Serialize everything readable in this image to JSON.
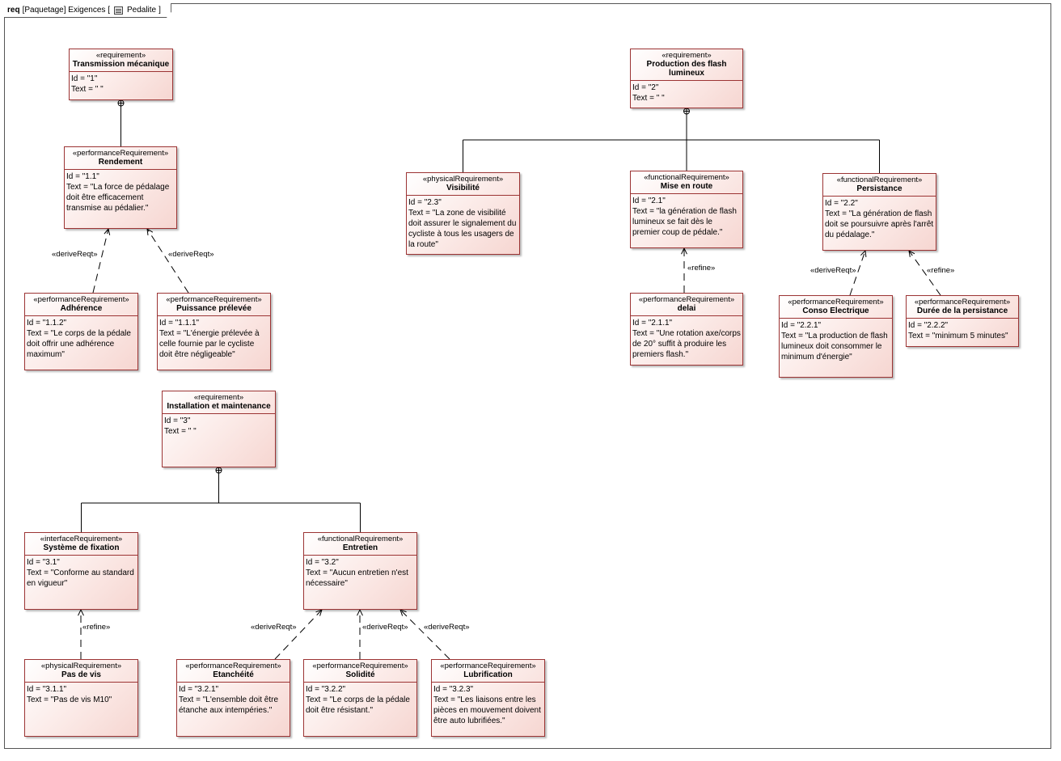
{
  "frame": {
    "keyword": "req",
    "title": "[Paquetage] Exigences [",
    "element": "Pedalite",
    "close": "]"
  },
  "requirements": [
    {
      "key": "r1",
      "stereotype": "«requirement»",
      "name": "Transmission mécanique",
      "id": "Id = \"1\"",
      "text": "Text = \" \""
    },
    {
      "key": "r11",
      "stereotype": "«performanceRequirement»",
      "name": "Rendement",
      "id": "Id = \"1.1\"",
      "text": "Text = \"La force de pédalage doit être efficacement transmise au pédalier.\""
    },
    {
      "key": "r112",
      "stereotype": "«performanceRequirement»",
      "name": "Adhérence",
      "id": "Id = \"1.1.2\"",
      "text": "Text = \"Le corps de la pédale doit offrir une adhérence maximum\""
    },
    {
      "key": "r111",
      "stereotype": "«performanceRequirement»",
      "name": "Puissance prélevée",
      "id": "Id = \"1.1.1\"",
      "text": "Text = \"L'énergie prélevée à celle fournie par le cycliste doit être négligeable\""
    },
    {
      "key": "r2",
      "stereotype": "«requirement»",
      "name": "Production des flash lumineux",
      "id": "Id = \"2\"",
      "text": "Text = \" \""
    },
    {
      "key": "r23",
      "stereotype": "«physicalRequirement»",
      "name": "Visibilité",
      "id": "Id = \"2.3\"",
      "text": "Text = \"La zone de visibilité doit assurer le signalement du cycliste à tous les usagers de la route\""
    },
    {
      "key": "r21",
      "stereotype": "«functionalRequirement»",
      "name": "Mise en route",
      "id": "Id = \"2.1\"",
      "text": "Text = \"la génération de flash lumineux se fait dès le premier coup de pédale.\""
    },
    {
      "key": "r22",
      "stereotype": "«functionalRequirement»",
      "name": "Persistance",
      "id": "Id = \"2.2\"",
      "text": "Text = \"La génération de flash doit se poursuivre après l'arrêt du pédalage.\""
    },
    {
      "key": "r211",
      "stereotype": "«performanceRequirement»",
      "name": "delai",
      "id": "Id = \"2.1.1\"",
      "text": "Text = \"Une rotation axe/corps de 20° suffit à produire les premiers flash.\""
    },
    {
      "key": "r221",
      "stereotype": "«performanceRequirement»",
      "name": "Conso Electrique",
      "id": "Id = \"2.2.1\"",
      "text": "Text = \"La production de flash lumineux doit consommer le minimum d'énergie\""
    },
    {
      "key": "r222",
      "stereotype": "«performanceRequirement»",
      "name": "Durée de la persistance",
      "id": "Id = \"2.2.2\"",
      "text": "Text = \"minimum 5 minutes\""
    },
    {
      "key": "r3",
      "stereotype": "«requirement»",
      "name": "Installation et maintenance",
      "id": "Id = \"3\"",
      "text": "Text = \" \""
    },
    {
      "key": "r31",
      "stereotype": "«interfaceRequirement»",
      "name": "Système de fixation",
      "id": "Id = \"3.1\"",
      "text": "Text = \"Conforme au standard en vigueur\""
    },
    {
      "key": "r32",
      "stereotype": "«functionalRequirement»",
      "name": "Entretien",
      "id": "Id = \"3.2\"",
      "text": "Text = \"Aucun entretien n'est nécessaire\""
    },
    {
      "key": "r311",
      "stereotype": "«physicalRequirement»",
      "name": "Pas de vis",
      "id": "Id = \"3.1.1\"",
      "text": "Text = \"Pas de vis M10\""
    },
    {
      "key": "r321",
      "stereotype": "«performanceRequirement»",
      "name": "Etanchéité",
      "id": "Id = \"3.2.1\"",
      "text": "Text = \"L'ensemble doit être étanche aux intempéries.\""
    },
    {
      "key": "r322",
      "stereotype": "«performanceRequirement»",
      "name": "Solidité",
      "id": "Id = \"3.2.2\"",
      "text": "Text = \"Le corps de la pédale doit être résistant.\""
    },
    {
      "key": "r323",
      "stereotype": "«performanceRequirement»",
      "name": "Lubrification",
      "id": "Id = \"3.2.3\"",
      "text": "Text = \"Les liaisons entre les pièces en mouvement doivent être auto lubrifiées.\""
    }
  ],
  "relations": [
    {
      "type": "containment",
      "parent": "r1",
      "children": [
        "r11"
      ]
    },
    {
      "type": "containment",
      "parent": "r2",
      "children": [
        "r23",
        "r21",
        "r22"
      ]
    },
    {
      "type": "containment",
      "parent": "r3",
      "children": [
        "r31",
        "r32"
      ]
    },
    {
      "type": "deriveReqt",
      "label": "«deriveReqt»",
      "from": "r112",
      "to": "r11"
    },
    {
      "type": "deriveReqt",
      "label": "«deriveReqt»",
      "from": "r111",
      "to": "r11"
    },
    {
      "type": "refine",
      "label": "«refine»",
      "from": "r211",
      "to": "r21"
    },
    {
      "type": "deriveReqt",
      "label": "«deriveReqt»",
      "from": "r221",
      "to": "r22"
    },
    {
      "type": "refine",
      "label": "«refine»",
      "from": "r222",
      "to": "r22"
    },
    {
      "type": "refine",
      "label": "«refine»",
      "from": "r311",
      "to": "r31"
    },
    {
      "type": "deriveReqt",
      "label": "«deriveReqt»",
      "from": "r321",
      "to": "r32"
    },
    {
      "type": "deriveReqt",
      "label": "«deriveReqt»",
      "from": "r322",
      "to": "r32"
    },
    {
      "type": "deriveReqt",
      "label": "«deriveReqt»",
      "from": "r323",
      "to": "r32"
    }
  ]
}
